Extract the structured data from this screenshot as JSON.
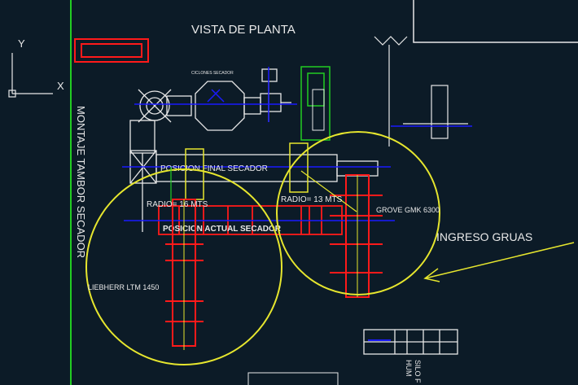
{
  "drawing": {
    "title": "VISTA DE PLANTA",
    "side_label": "MONTAJE TAMBOR SECADOR",
    "cyclones_label": "CICLONES SECADOR",
    "final_position": "POSICION FINAL SECADOR",
    "current_position": "POSICION ACTUAL SECADOR",
    "radius_left": "RADIO= 16 MTS",
    "radius_right": "RADIO= 13 MTS",
    "crane_left": "LIEBHERR LTM 1450",
    "crane_right": "GROVE GMK 6300",
    "entry": "INGRESO GRUAS",
    "silo_label_1": "SILO F",
    "silo_label_2": "HUM"
  },
  "ucs": {
    "y": "Y",
    "x": "X"
  },
  "colors": {
    "background": "#0c1b27",
    "crane": "#ff1a1a",
    "radius": "#e6e62e",
    "axis": "#1a1aff",
    "outline": "#e8e8e8",
    "green": "#22cc22"
  }
}
